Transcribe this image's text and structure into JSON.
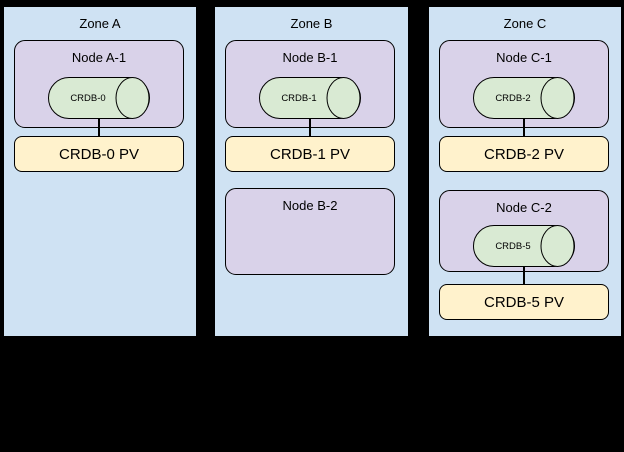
{
  "colors": {
    "canvas-bg": "#000000",
    "zone-fill": "#cfe2f3",
    "node-fill": "#d9d2e9",
    "db-fill": "#d9ead3",
    "pv-fill": "#fff2cc",
    "border": "#000000"
  },
  "zones": [
    {
      "label": "Zone A",
      "node1": {
        "label": "Node A-1",
        "db": "CRDB-0"
      },
      "pv1": "CRDB-0 PV"
    },
    {
      "label": "Zone B",
      "node1": {
        "label": "Node B-1",
        "db": "CRDB-1"
      },
      "pv1": "CRDB-1 PV",
      "node2": {
        "label": "Node B-2"
      }
    },
    {
      "label": "Zone C",
      "node1": {
        "label": "Node C-1",
        "db": "CRDB-2"
      },
      "pv1": "CRDB-2 PV",
      "node2": {
        "label": "Node C-2",
        "db": "CRDB-5"
      },
      "pv2": "CRDB-5 PV"
    }
  ]
}
